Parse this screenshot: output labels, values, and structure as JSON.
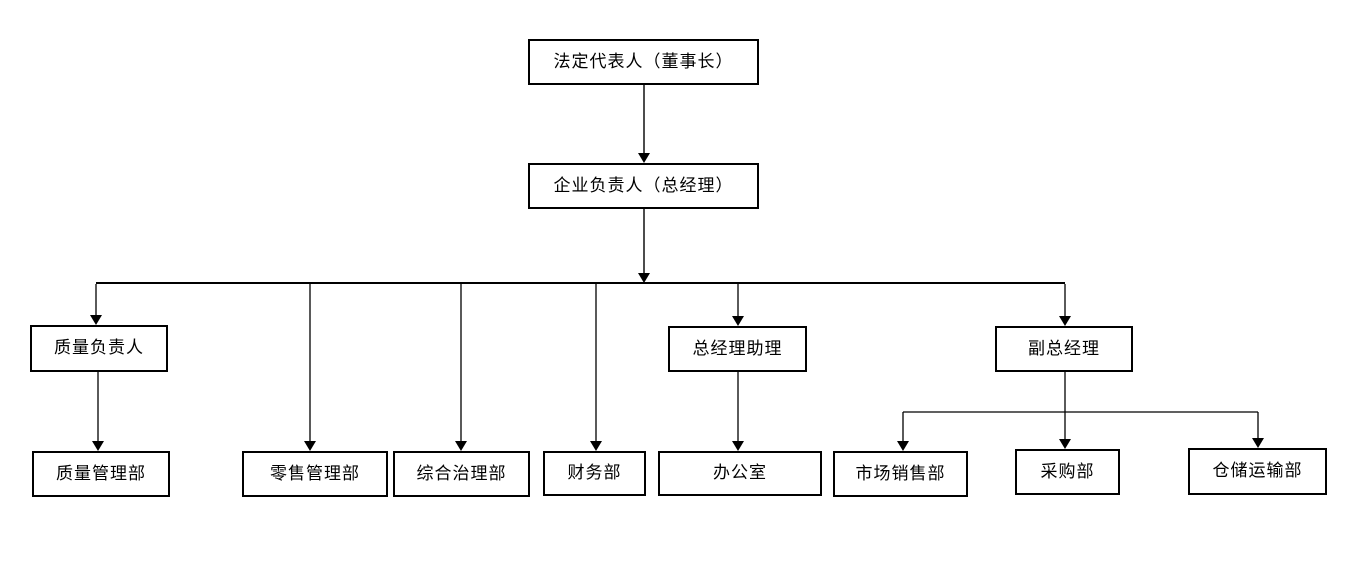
{
  "diagram": {
    "type": "org-chart",
    "background_color": "#ffffff",
    "line_color": "#000000",
    "box_border_color": "#000000",
    "text_color": "#000000"
  },
  "nodes": {
    "legal_representative": {
      "label": "法定代表人（董事长）"
    },
    "general_manager": {
      "label": "企业负责人（总经理）"
    },
    "quality_director": {
      "label": "质量负责人"
    },
    "gm_assistant": {
      "label": "总经理助理"
    },
    "deputy_general_manager": {
      "label": "副总经理"
    },
    "quality_management_dept": {
      "label": "质量管理部"
    },
    "retail_management_dept": {
      "label": "零售管理部"
    },
    "comprehensive_governance_dept": {
      "label": "综合治理部"
    },
    "finance_dept": {
      "label": "财务部"
    },
    "office": {
      "label": "办公室"
    },
    "marketing_sales_dept": {
      "label": "市场销售部"
    },
    "purchasing_dept": {
      "label": "采购部"
    },
    "warehouse_transport_dept": {
      "label": "仓储运输部"
    }
  },
  "edges": [
    {
      "from": "legal_representative",
      "to": "general_manager"
    },
    {
      "from": "general_manager",
      "to": "quality_director"
    },
    {
      "from": "general_manager",
      "to": "retail_management_dept"
    },
    {
      "from": "general_manager",
      "to": "comprehensive_governance_dept"
    },
    {
      "from": "general_manager",
      "to": "finance_dept"
    },
    {
      "from": "general_manager",
      "to": "gm_assistant"
    },
    {
      "from": "general_manager",
      "to": "deputy_general_manager"
    },
    {
      "from": "quality_director",
      "to": "quality_management_dept"
    },
    {
      "from": "gm_assistant",
      "to": "office"
    },
    {
      "from": "deputy_general_manager",
      "to": "marketing_sales_dept"
    },
    {
      "from": "deputy_general_manager",
      "to": "purchasing_dept"
    },
    {
      "from": "deputy_general_manager",
      "to": "warehouse_transport_dept"
    }
  ]
}
